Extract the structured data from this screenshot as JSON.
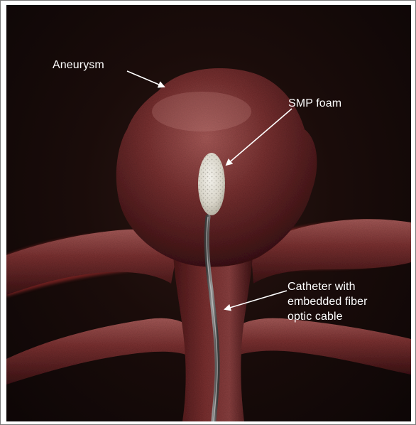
{
  "labels": {
    "aneurysm": "Aneurysm",
    "smp_foam": "SMP foam",
    "catheter": {
      "line1": "Catheter with",
      "line2": "embedded fiber",
      "line3": "optic cable"
    }
  },
  "colors": {
    "background": "#150a08",
    "tissue": "#7a2f30",
    "tissue_highlight": "#b06060",
    "rim_glow": "#c43a3a",
    "foam": "#e6e3da",
    "catheter": "#6b6b6b",
    "label_text": "#ffffff"
  }
}
